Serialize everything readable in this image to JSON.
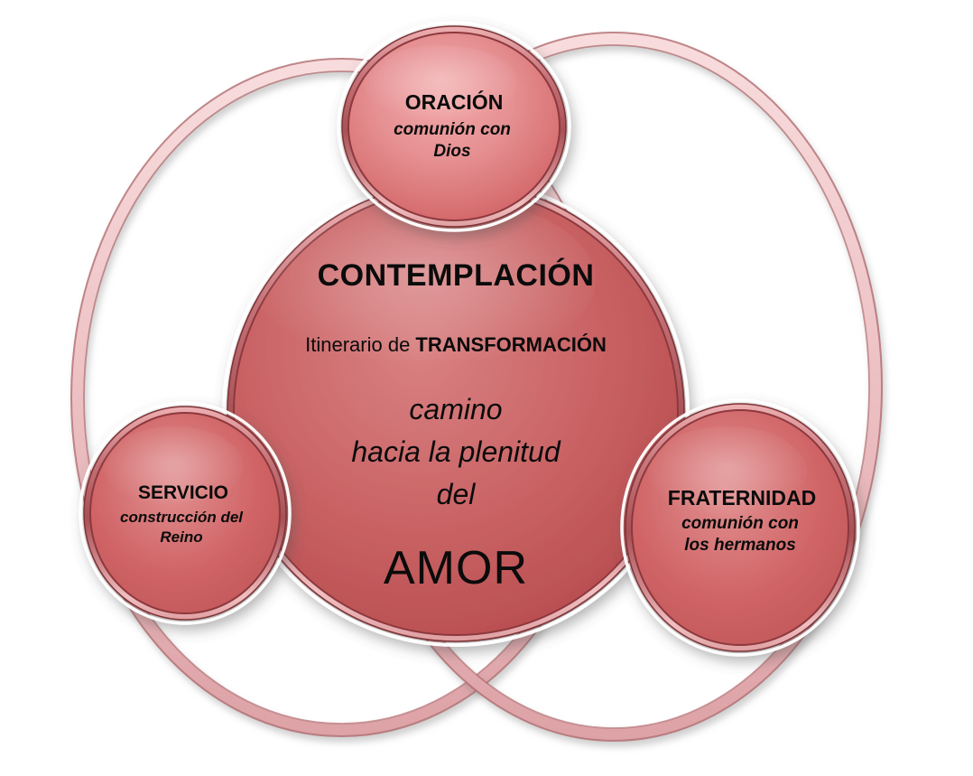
{
  "diagram": {
    "background_color": "#ffffff",
    "palette": {
      "circle_fill_main": "#c96264",
      "circle_fill_light": "#e69193",
      "circle_rim_dark": "#7e3236",
      "ring_fill": "#eec3c6",
      "ring_edge": "#b06a6e",
      "text_color": "#0b0b0b"
    },
    "center_circle": {
      "title": "CONTEMPLACIÓN",
      "itinerary_prefix": "Itinerario de ",
      "itinerary_bold": "TRANSFORMACIÓN",
      "path_line1": "camino",
      "path_line2": "hacia la plenitud",
      "path_line3": "del",
      "amor": "AMOR"
    },
    "satellites": [
      {
        "id": "oracion",
        "title": "ORACIÓN",
        "subtitle_line1": "comunión con",
        "subtitle_line2": "Dios"
      },
      {
        "id": "servicio",
        "title": "SERVICIO",
        "subtitle_line1": "construcción del",
        "subtitle_line2": "Reino"
      },
      {
        "id": "fraternidad",
        "title": "FRATERNIDAD",
        "subtitle_line1": "comunión con",
        "subtitle_line2": "los hermanos"
      }
    ]
  }
}
